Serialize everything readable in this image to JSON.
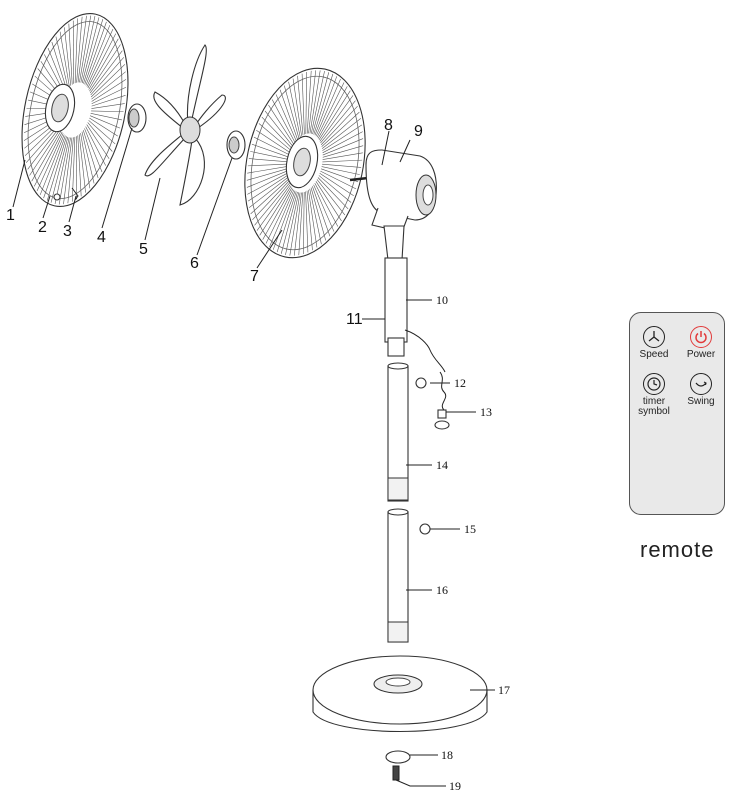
{
  "labels": {
    "p1": "1",
    "p2": "2",
    "p3": "3",
    "p4": "4",
    "p5": "5",
    "p6": "6",
    "p7": "7",
    "p8": "8",
    "p9": "9",
    "p10": "10",
    "p11": "11",
    "p12": "12",
    "p13": "13",
    "p14": "14",
    "p15": "15",
    "p16": "16",
    "p17": "17",
    "p18": "18",
    "p19": "19"
  },
  "remote": {
    "caption": "remote",
    "buttons": {
      "speed": "Speed",
      "power": "Power",
      "timer_line1": "timer",
      "timer_line2": "symbol",
      "swing": "Swing"
    },
    "power_color": "#e23b3b"
  }
}
